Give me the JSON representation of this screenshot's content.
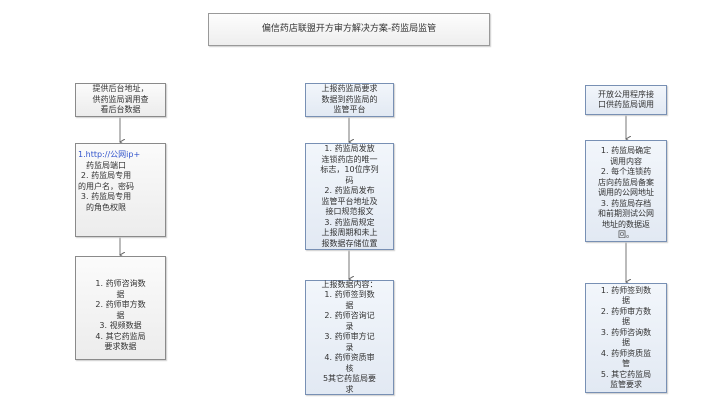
{
  "title": "偏信药店联盟开方审方解决方案-药监局监管",
  "columns": [
    {
      "box1": "提供后台地址，\n供药监局调用查\n看后台数据",
      "box2_link": "1.http://公网ip+",
      "box2": "药监局端口\n2. 药监局专用\n的用户名，密码\n3. 药监局专用\n的角色权限",
      "box3": "1. 药师咨询数\n据\n2. 药师审方数\n据\n3. 视频数据\n4. 其它药监局\n要求数据"
    },
    {
      "box1": "上报药监局要求\n数据到药监局的\n监管平台",
      "box2": "1. 药监局发放\n连锁药店的唯一\n标志，10位序列\n码\n2. 药监局发布\n监管平台地址及\n接口规范报文\n3. 药监局规定\n上报周期和未上\n报数据存储位置",
      "box3": "上报数据内容：\n1. 药师签到数\n据\n2. 药师咨询记\n录\n3. 药师审方记\n录\n4. 药师资质审\n核\n5其它药监局要\n求"
    },
    {
      "box1": "开放公用程序接\n口供药监局调用",
      "box2": "1. 药监局确定\n调用内容\n2. 每个连锁药\n店向药监局备案\n调用的公网地址\n3. 药监局存档\n和前期测试公网\n地址的数据返\n回。",
      "box3": "1. 药师签到数\n据\n2. 药师审方数\n据\n3. 药师咨询数\n据\n4. 药师资质监\n管\n5. 其它药监局\n监管要求"
    }
  ]
}
